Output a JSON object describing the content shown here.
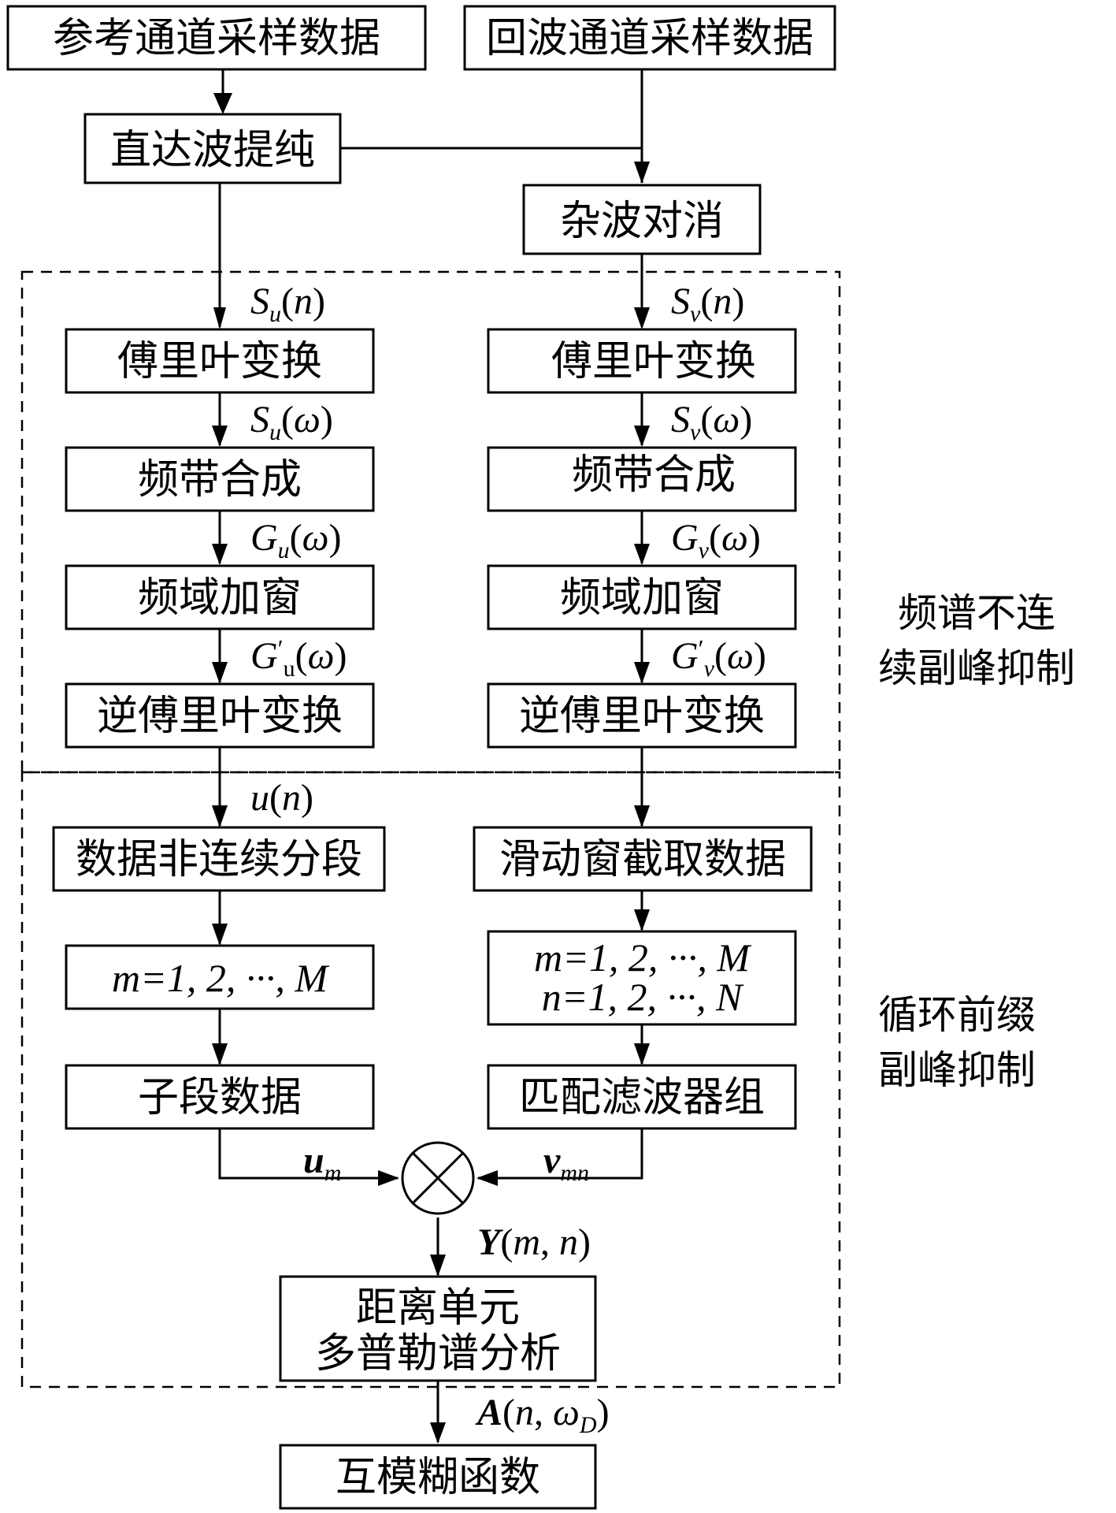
{
  "boxes": {
    "ref_sample": "参考通道采样数据",
    "echo_sample": "回波通道采样数据",
    "direct_purify": "直达波提纯",
    "clutter_cancel": "杂波对消",
    "fft_left": "傅里叶变换",
    "fft_right": "傅里叶变换",
    "band_left": "频带合成",
    "band_right": "频带合成",
    "window_left": "频域加窗",
    "window_right": "频域加窗",
    "ifft_left": "逆傅里叶变换",
    "ifft_right": "逆傅里叶变换",
    "segment": "数据非连续分段",
    "sliding": "滑动窗截取数据",
    "m_index_left": "m=1, 2, ···, M",
    "m_index_right": "m=1, 2, ···, M",
    "n_index_right": "n=1, 2, ···, N",
    "subseg": "子段数据",
    "matched_filter": "匹配滤波器组",
    "range_doppler_1": "距离单元",
    "range_doppler_2": "多普勒谱分析",
    "ambiguity": "互模糊函数"
  },
  "signals": {
    "su_n": "S_u(n)",
    "sv_n": "S_v(n)",
    "su_w": "S_u(ω)",
    "sv_w": "S_v(ω)",
    "gu_w": "G_u(ω)",
    "gv_w": "G_v(ω)",
    "gu_prime": "G′_u(ω)",
    "gv_prime": "G′_v(ω)",
    "u_n": "u(n)",
    "u_m": "u_m",
    "v_mn": "v_mn",
    "Y": "Y(m, n)",
    "A": "A(n, ω_D)"
  },
  "regions": {
    "top_line1": "频谱不连",
    "top_line2": "续副峰抑制",
    "bottom_line1": "循环前缀",
    "bottom_line2": "副峰抑制"
  }
}
